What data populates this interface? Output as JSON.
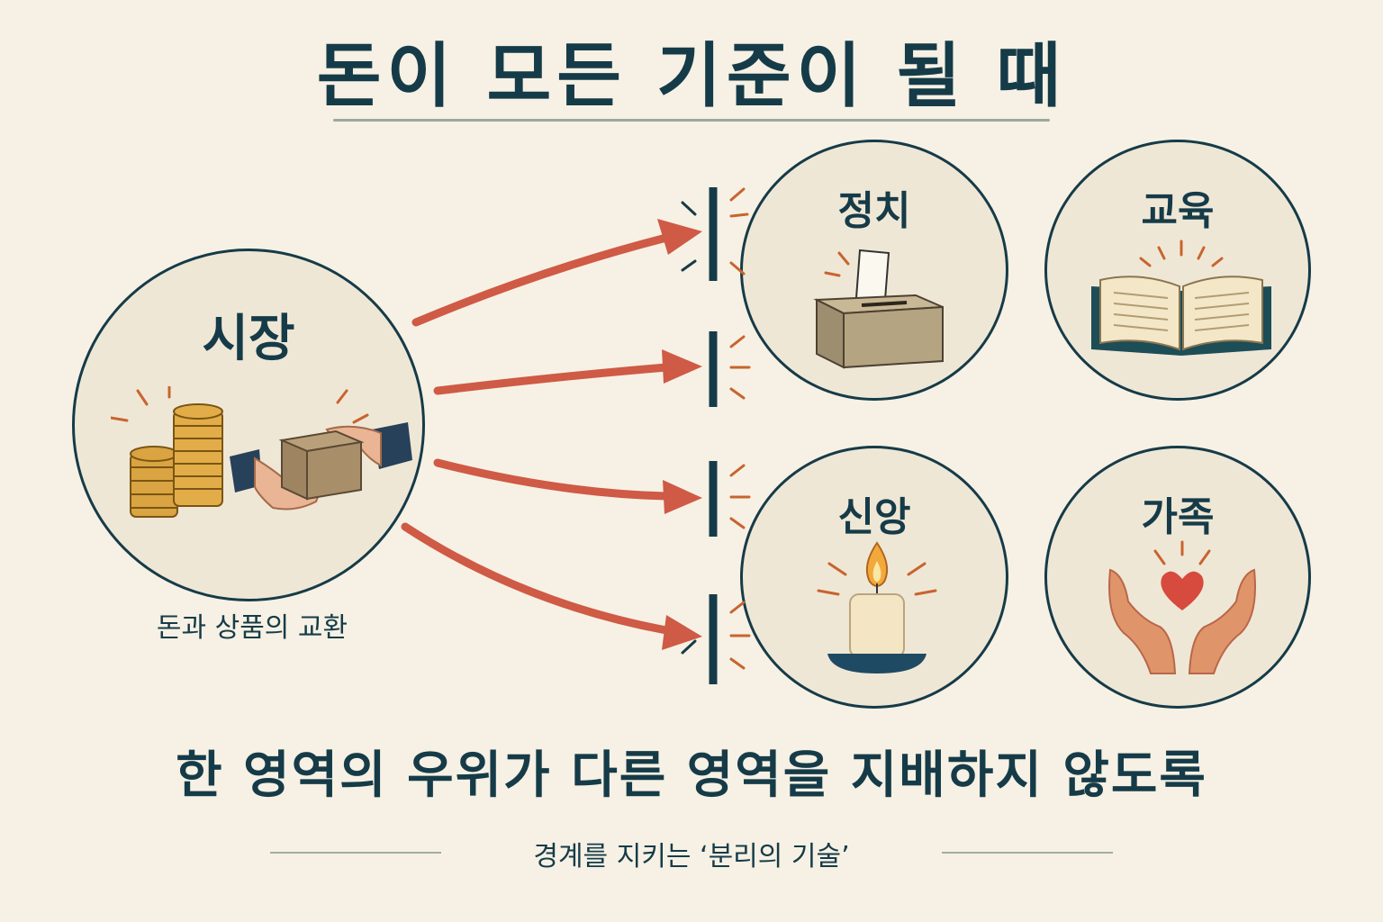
{
  "title": "돈이 모든 기준이 될 때",
  "market": {
    "label": "시장",
    "caption": "돈과 상품의 교환"
  },
  "spheres": [
    {
      "label": "정치",
      "icon": "ballot-box-icon"
    },
    {
      "label": "교육",
      "icon": "open-book-icon"
    },
    {
      "label": "신앙",
      "icon": "candle-icon"
    },
    {
      "label": "가족",
      "icon": "hands-heart-icon"
    }
  ],
  "bottom": {
    "headline": "한 영역의 우위가 다른 영역을 지배하지 않도록",
    "subtitle": "경계를 지키는 ‘분리의 기술’"
  },
  "colors": {
    "navy": "#163b48",
    "arrow": "#cf5a45",
    "background": "#f6f1e4",
    "gold": "#d9a441"
  }
}
